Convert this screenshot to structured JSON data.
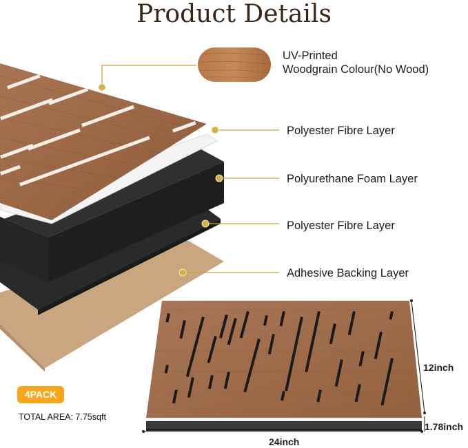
{
  "title": "Product Details",
  "layers": [
    {
      "line1": "UV-Printed",
      "line2": "Woodgrain Colour(No Wood)"
    },
    {
      "line1": "Polyester Fibre Layer"
    },
    {
      "line1": "Polyurethane Foam Layer"
    },
    {
      "line1": "Polyester Fibre Layer"
    },
    {
      "line1": "Adhesive Backing Layer"
    }
  ],
  "badge": "4PACK",
  "total_area": "TOTAL AREA: 7.75sqft",
  "dimensions": {
    "width": "24inch",
    "height": "12inch",
    "depth": "1.78inch"
  },
  "colors": {
    "wood": "#a06d4a",
    "foam": "#2b2b2b",
    "backing": "#c9a67f",
    "accent": "#c8a33a",
    "badge": "#f7a51b"
  }
}
